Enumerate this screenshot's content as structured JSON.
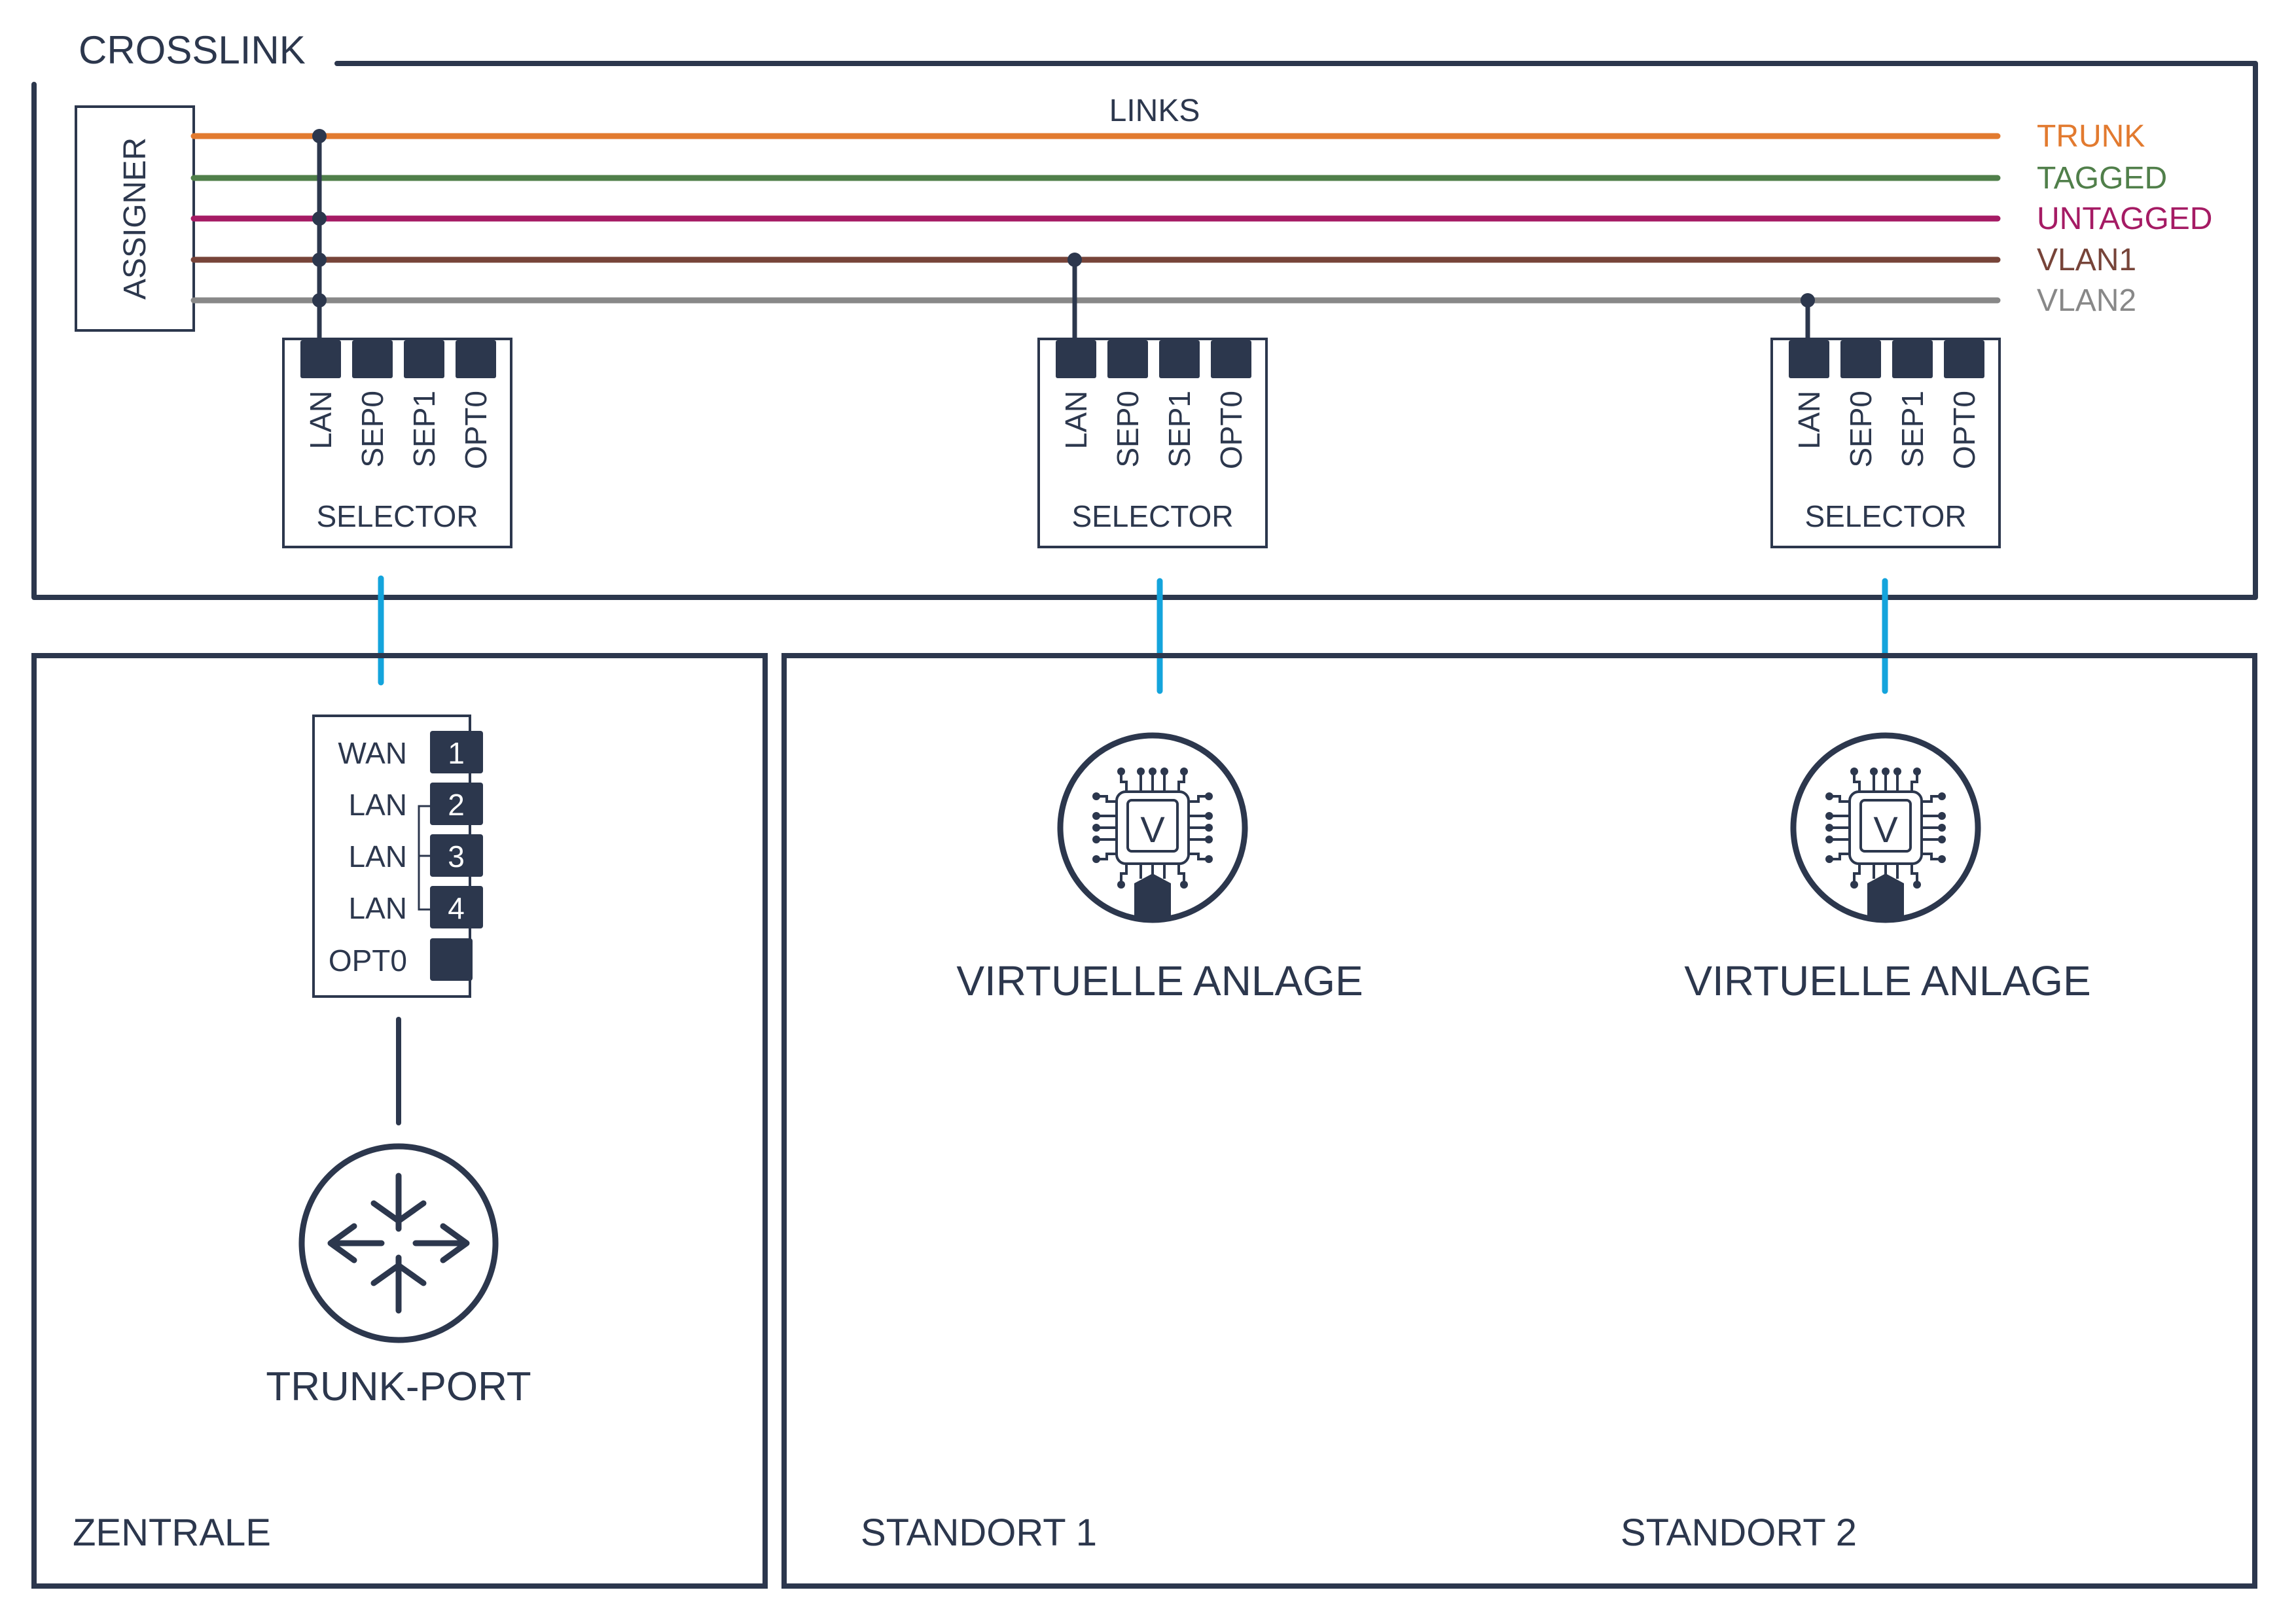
{
  "colors": {
    "navy": "#2c374d",
    "connector": "#14a4dc",
    "trunk": "#e27a2f",
    "tagged": "#507f4a",
    "untagged": "#a51b64",
    "vlan1": "#774439",
    "vlan2": "#888888"
  },
  "crosslink": {
    "title": "CROSSLINK",
    "assigner_label": "ASSIGNER",
    "links_label": "LINKS",
    "links": [
      {
        "id": "trunk",
        "label": "TRUNK",
        "color": "#e27a2f"
      },
      {
        "id": "tagged",
        "label": "TAGGED",
        "color": "#507f4a"
      },
      {
        "id": "untagged",
        "label": "UNTAGGED",
        "color": "#a51b64"
      },
      {
        "id": "vlan1",
        "label": "VLAN1",
        "color": "#774439"
      },
      {
        "id": "vlan2",
        "label": "VLAN2",
        "color": "#888888"
      }
    ],
    "selectors": [
      {
        "label": "SELECTOR",
        "ports": [
          "LAN",
          "SEP0",
          "SEP1",
          "OPT0"
        ],
        "connected_links": [
          "trunk",
          "untagged",
          "vlan1",
          "vlan2"
        ]
      },
      {
        "label": "SELECTOR",
        "ports": [
          "LAN",
          "SEP0",
          "SEP1",
          "OPT0"
        ],
        "connected_links": [
          "vlan1"
        ]
      },
      {
        "label": "SELECTOR",
        "ports": [
          "LAN",
          "SEP0",
          "SEP1",
          "OPT0"
        ],
        "connected_links": [
          "vlan2"
        ]
      }
    ]
  },
  "zentrale": {
    "label": "ZENTRALE",
    "port_box": [
      {
        "name": "WAN",
        "number": "1"
      },
      {
        "name": "LAN",
        "number": "2"
      },
      {
        "name": "LAN",
        "number": "3"
      },
      {
        "name": "LAN",
        "number": "4"
      },
      {
        "name": "OPT0",
        "number": ""
      }
    ],
    "router_icon": "router-icon",
    "router_label": "TRUNK-PORT"
  },
  "standorte": [
    {
      "label": "STANDORT 1",
      "device_label": "VIRTUELLE ANLAGE",
      "chip_letter": "V",
      "icon": "virtual-appliance-icon"
    },
    {
      "label": "STANDORT 2",
      "device_label": "VIRTUELLE ANLAGE",
      "chip_letter": "V",
      "icon": "virtual-appliance-icon"
    }
  ]
}
